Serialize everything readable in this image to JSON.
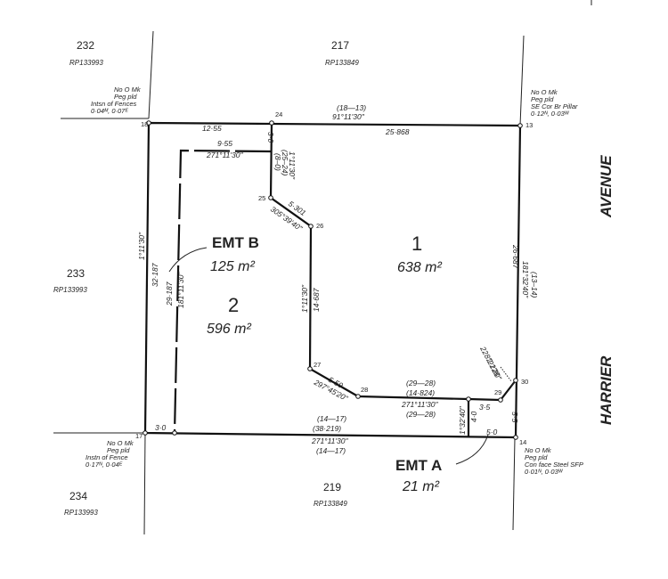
{
  "adjoining_lots": {
    "lot_232": {
      "number": "232",
      "plan": "RP133993"
    },
    "lot_217": {
      "number": "217",
      "plan": "RP133849"
    },
    "lot_233": {
      "number": "233",
      "plan": "RP133993"
    },
    "lot_234": {
      "number": "234",
      "plan": "RP133993"
    },
    "lot_219": {
      "number": "219",
      "plan": "RP133849"
    }
  },
  "corner_notes": {
    "nw": [
      "No O Mk",
      "Peg pld",
      "Intsn of Fences",
      "0·04ᴹ, 0·07ᴱ"
    ],
    "ne": [
      "No O Mk",
      "Peg pld",
      "SE Cor Br Pillar",
      "0·12ᴺ, 0·03ᵂ"
    ],
    "sw": [
      "No O Mk",
      "Peg pld",
      "Instn of Fence",
      "0·17ᴺ, 0·04ᴱ"
    ],
    "se": [
      "No O Mk",
      "Peg pld",
      "Con face Steel SFP",
      "0·01ᴺ, 0·03ᵂ"
    ]
  },
  "stations": {
    "s18": "18",
    "s24": "24",
    "s13": "13",
    "s25": "25",
    "s26": "26",
    "s27": "27",
    "s28": "28",
    "s29": "29",
    "s30": "30",
    "s17": "17",
    "s14": "14"
  },
  "lots": {
    "lot1": {
      "number": "1",
      "area": "638 m²"
    },
    "lot2": {
      "number": "2",
      "area": "596 m²"
    }
  },
  "easements": {
    "emt_a": {
      "label": "EMT A",
      "area": "21 m²"
    },
    "emt_b": {
      "label": "EMT B",
      "area": "125 m²"
    }
  },
  "street": {
    "name": "HARRIER AVENUE",
    "word1": "HARRIER",
    "word2": "AVENUE"
  },
  "dimensions": {
    "top_ref": "(18—13)",
    "top_bearing": "91°11'30\"",
    "top_left": "12·55",
    "top_right": "25·868",
    "seg_24_25": "3·0",
    "seg_24_25_ref": "(8–0)",
    "seg_24_25_ref2": "(25–24)",
    "seg_24_25_brg": "1°11'30\"",
    "emtb_top_dist": "9·55",
    "emtb_top_brg": "271°11'30\"",
    "seg_25_26_dist": "5·301",
    "seg_25_26_brg": "305°39'40\"",
    "west_brg": "1°11'30\"",
    "west_dist": "32·187",
    "emtb_west_dist": "29·187",
    "emtb_west_brg": "181°11'30\"",
    "seg_26_27_brg": "1°11'30\"",
    "seg_26_27_dist": "14·687",
    "seg_27_28_dist": "5·59",
    "seg_27_28_brg": "297°45'20\"",
    "mid_ref": "(29—28)",
    "mid_dist": "(14·824)",
    "mid_brg": "271°11'30\"",
    "mid_ref2": "(29—28)",
    "emta_east": "3·5",
    "seg_29_30_brg": "228°22'20\"",
    "seg_29_30_dist": "2·128",
    "east_dist": "26·687",
    "east_brg": "181°32'40\"",
    "east_ref": "(13–14)",
    "emta_vert_brg": "1°32'40\"",
    "emta_vert_dist": "4·0",
    "emta_bottom": "5·0",
    "east_lower": "5·5",
    "bottom_ref": "(14—17)",
    "bottom_dist": "(38·219)",
    "bottom_brg": "271°11'30\"",
    "bottom_ref2": "(14—17)",
    "sw_offset": "3·0"
  }
}
